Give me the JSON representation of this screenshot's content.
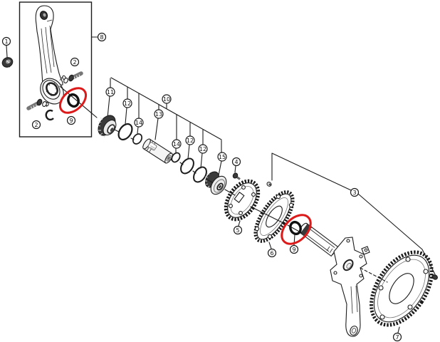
{
  "diagram": {
    "subject": "exploded-parts-diagram-crankset-bottom-bracket",
    "background": "#ffffff",
    "line_color": "#1b1b1b",
    "highlight_color": "#dd1a1a",
    "callouts": {
      "c1": "1",
      "c2a": "2",
      "c2b": "2",
      "c3": "3",
      "c4": "4",
      "c5": "5",
      "c6": "6",
      "c7": "7",
      "c8": "8",
      "c9a": "9",
      "c9b": "9",
      "c10": "10",
      "c11": "11",
      "c12a": "12",
      "c12b": "12",
      "c12c": "12",
      "c13": "13",
      "c14a": "14",
      "c14b": "14",
      "c15": "15"
    }
  }
}
